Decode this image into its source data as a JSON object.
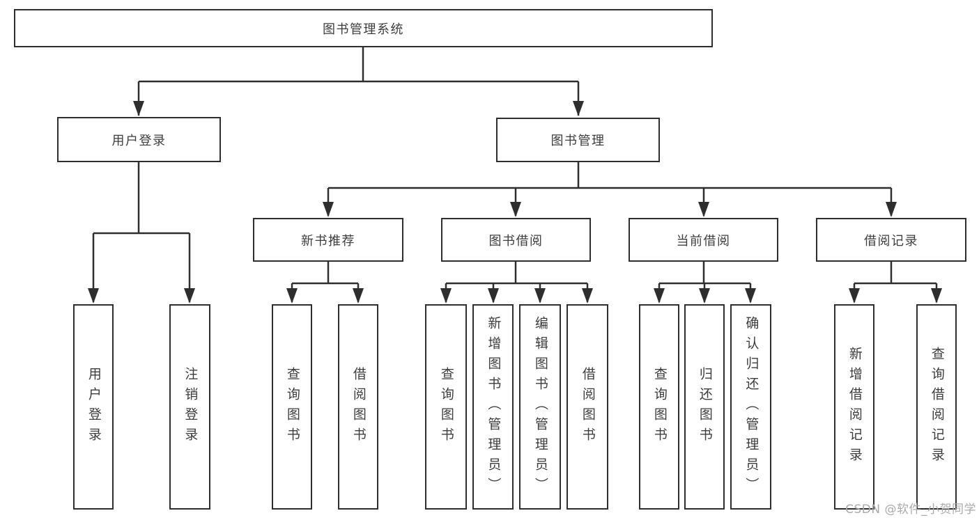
{
  "tree": {
    "label": "图书管理系统",
    "children": [
      {
        "label": "用户登录",
        "children": [
          {
            "label": "用户登录"
          },
          {
            "label": "注销登录"
          }
        ]
      },
      {
        "label": "图书管理",
        "children": [
          {
            "label": "新书推荐",
            "children": [
              {
                "label": "查询图书"
              },
              {
                "label": "借阅图书"
              }
            ]
          },
          {
            "label": "图书借阅",
            "children": [
              {
                "label": "查询图书"
              },
              {
                "label": "新增图书（管理员）"
              },
              {
                "label": "编辑图书（管理员）"
              },
              {
                "label": "借阅图书"
              }
            ]
          },
          {
            "label": "当前借阅",
            "children": [
              {
                "label": "查询图书"
              },
              {
                "label": "归还图书"
              },
              {
                "label": "确认归还（管理员）"
              }
            ]
          },
          {
            "label": "借阅记录",
            "children": [
              {
                "label": "新增借阅记录"
              },
              {
                "label": "查询借阅记录"
              }
            ]
          }
        ]
      }
    ]
  },
  "watermark": "CSDN @软件_小贺同学",
  "colors": {
    "line": "#2e2e2e",
    "box_border": "#2e2e2e",
    "box_fill": "#ffffff",
    "text": "#3d3d3d",
    "watermark": "#aaaaaa",
    "background": "#ffffff"
  }
}
